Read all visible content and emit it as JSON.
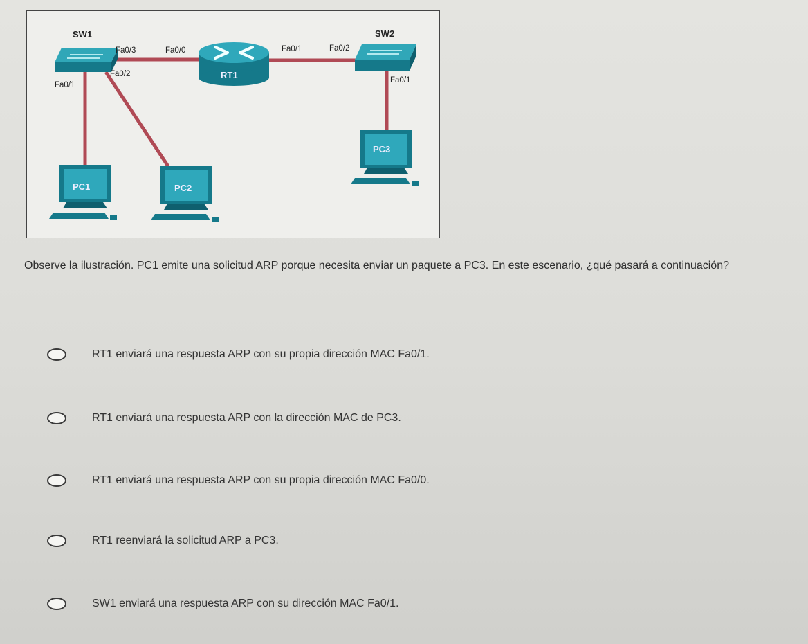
{
  "diagram": {
    "devices": {
      "sw1": "SW1",
      "sw2": "SW2",
      "rt1": "RT1",
      "pc1": "PC1",
      "pc2": "PC2",
      "pc3": "PC3"
    },
    "ports": {
      "sw1_fa03": "Fa0/3",
      "rt1_fa00": "Fa0/0",
      "rt1_fa01": "Fa0/1",
      "sw2_fa02": "Fa0/2",
      "sw1_fa02": "Fa0/2",
      "sw1_fa01": "Fa0/1",
      "sw2_fa01": "Fa0/1"
    }
  },
  "question": "Observe la ilustración. PC1 emite una solicitud ARP porque necesita enviar un paquete a PC3. En este escenario, ¿qué pasará a continuación?",
  "options": [
    "RT1 enviará una respuesta ARP con su propia dirección MAC Fa0/1.",
    "RT1 enviará una respuesta ARP con la dirección MAC de PC3.",
    "RT1 enviará una respuesta ARP con su propia dirección MAC Fa0/0.",
    "RT1 reenviará la solicitud ARP a PC3.",
    "SW1 enviará una respuesta ARP con su dirección MAC Fa0/1."
  ]
}
